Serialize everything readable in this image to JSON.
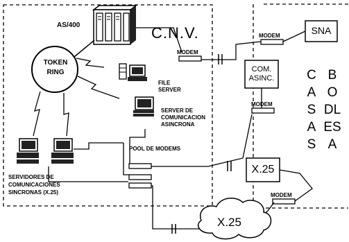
{
  "diagram": {
    "sites": {
      "cnv": "C.N.V.",
      "sna": "SNA",
      "x25_box": "X.25",
      "x25_cloud": "X.25",
      "com_asinc_line1": "COM.",
      "com_asinc_line2": "ASINC."
    },
    "nodes": {
      "as400": "AS/400",
      "token_ring_line1": "TOKEN",
      "token_ring_line2": "RING",
      "file_server_line1": "FILE",
      "file_server_line2": "SERVER",
      "async_server_line1": "SERVER DE",
      "async_server_line2": "COMUNICACION",
      "async_server_line3": "ASINCRONA",
      "pool_modems": "POOL DE MODEMS",
      "sync_servers_line1": "SERVIDORES DE",
      "sync_servers_line2": "COMUNICACIONES",
      "sync_servers_line3": "SINCRONAS (X.25)"
    },
    "modems": {
      "cnv": "MODEM",
      "sna": "MODEM",
      "asinc": "MODEM",
      "x25": "MODEM"
    },
    "casas_letters": [
      [
        "C",
        "B"
      ],
      [
        "A",
        "O"
      ],
      [
        "S",
        "DL"
      ],
      [
        "A",
        "ES"
      ],
      [
        "S",
        "A"
      ]
    ]
  }
}
